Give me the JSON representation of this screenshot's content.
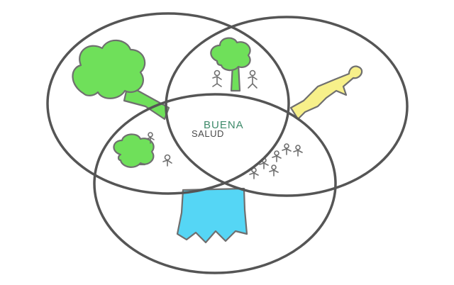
{
  "diagram": {
    "type": "venn",
    "circles": 3,
    "center_label": {
      "line1": "BUENA",
      "line2": "SALUD"
    },
    "icons": [
      "tree-icon",
      "tree-with-people-icon",
      "person-icon",
      "tree-with-people-icon",
      "people-group-icon",
      "water-icon"
    ],
    "colors": {
      "circle_stroke": "#555555",
      "tree_green": "#6fe05a",
      "person_yellow": "#f7f08a",
      "water_blue": "#55d6f5",
      "label_line1": "#3e8a6a",
      "label_line2": "#4a4a4a"
    }
  }
}
